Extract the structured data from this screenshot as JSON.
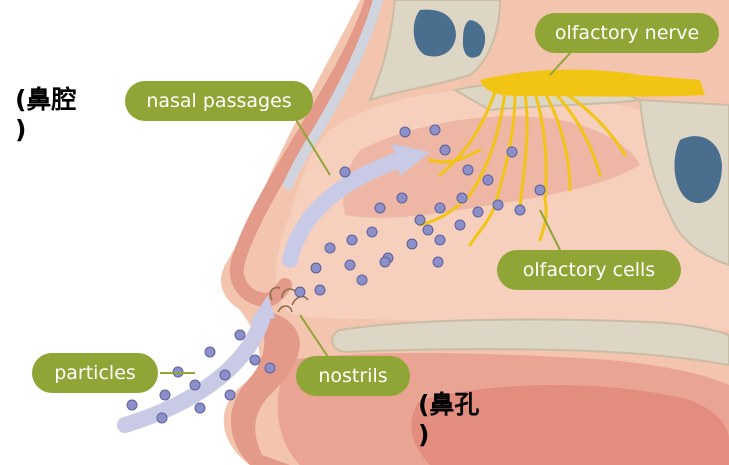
{
  "labels": {
    "olfactory_nerve": "olfactory nerve",
    "nasal_passages": "nasal passages",
    "olfactory_cells": "olfactory cells",
    "particles": "particles",
    "nostrils": "nostrils"
  },
  "annotations": {
    "nasal_cavity_cn": "(鼻腔\n)",
    "nostril_cn": "(鼻孔\n)"
  },
  "colors": {
    "label_pill": "#8fa535",
    "nerve": "#f2c515",
    "skin": "#e8a08a",
    "particle": "#8d8fc9",
    "airflow_arrow": "#c9cbe6"
  }
}
